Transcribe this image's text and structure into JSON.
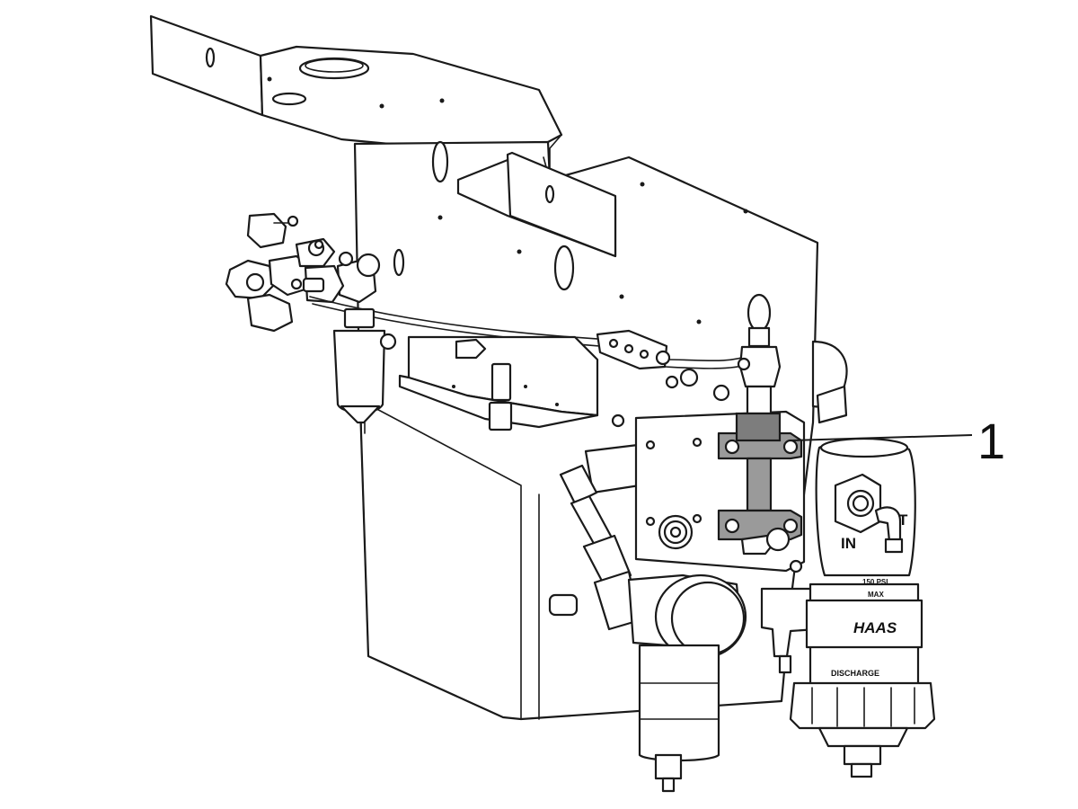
{
  "callouts": [
    {
      "number": "1"
    }
  ],
  "labels": {
    "inlet": "IN",
    "outlet_fragment": "T",
    "pressure_line1": "150 PSI",
    "pressure_line2": "MAX",
    "brand": "HAAS",
    "discharge": "DISCHARGE"
  },
  "colors": {
    "line": "#1a1a1a",
    "background": "#ffffff",
    "highlight": "#9a9a9a"
  },
  "icons": {
    "highlighted_part": "sight-glass-highlight",
    "leader_line": "callout-leader-line"
  }
}
